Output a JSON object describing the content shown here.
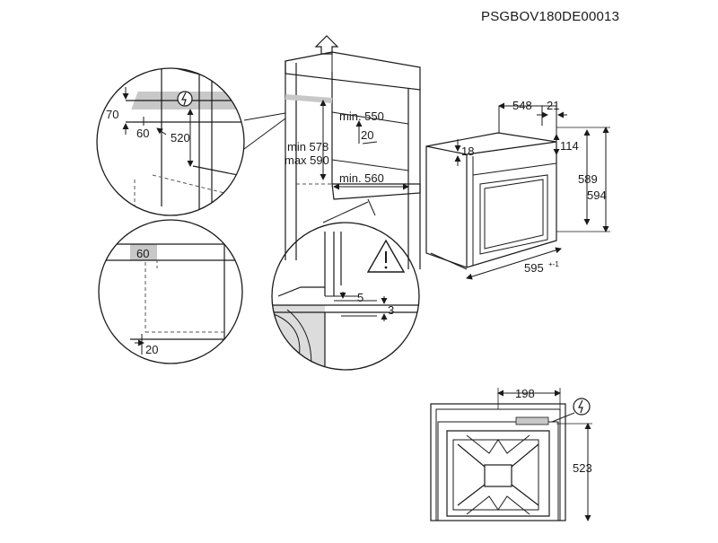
{
  "document_code": "PSGBOV180DE00013",
  "detail_top_left": {
    "dim_70": "70",
    "dim_60": "60",
    "dim_520": "520"
  },
  "detail_bottom_left": {
    "dim_60": "60",
    "dim_20": "20"
  },
  "cabinet": {
    "min_550": "min. 550",
    "dim_20": "20",
    "min_578": "min 578",
    "max_590": "max 590",
    "min_560": "min. 560"
  },
  "detail_bottom_center": {
    "dim_5": "5",
    "dim_3": "3"
  },
  "oven": {
    "dim_548": "548",
    "dim_21": "21",
    "dim_114": "114",
    "dim_18": "18",
    "dim_589": "589",
    "dim_594": "594",
    "dim_595": "595",
    "tolerance_595": "+-1"
  },
  "rear_view": {
    "dim_198": "198",
    "dim_523": "523"
  },
  "icons": {
    "power": "power-connection-icon",
    "warning": "warning-triangle-icon",
    "arrow": "arrow-up-icon"
  },
  "colors": {
    "line": "#1a1a1a",
    "shade": "#c8c8c8",
    "dashed": "#555555"
  }
}
